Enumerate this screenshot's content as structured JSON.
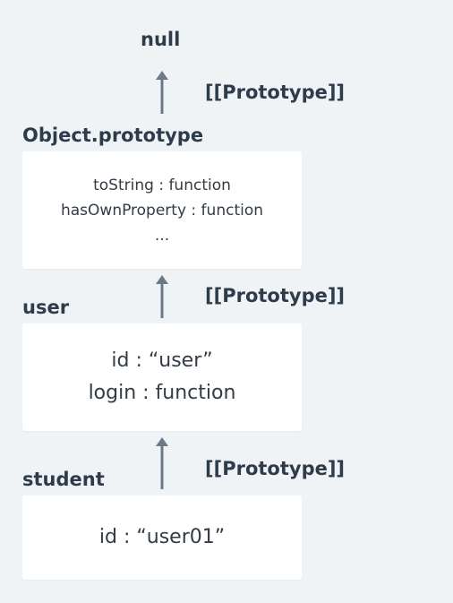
{
  "null_label": "null",
  "proto_label": "[[Prototype]]",
  "nodes": [
    {
      "title": "Object.prototype",
      "lines": [
        "toString : function",
        "hasOwnProperty : function",
        "..."
      ]
    },
    {
      "title": "user",
      "lines": [
        "id : “user”",
        "login : function"
      ]
    },
    {
      "title": "student",
      "lines": [
        "id : “user01”"
      ]
    }
  ],
  "colors": {
    "background": "#f0f3f6",
    "box": "#ffffff",
    "arrow": "#6b7a88",
    "title": "#2e3b4a"
  }
}
